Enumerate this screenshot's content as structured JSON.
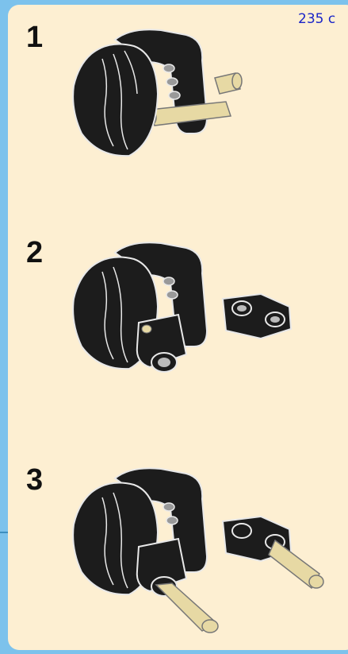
{
  "page": {
    "number_text": "235 c"
  },
  "steps": [
    {
      "number": "1"
    },
    {
      "number": "2"
    },
    {
      "number": "3"
    }
  ],
  "colors": {
    "background": "#7cc2ec",
    "panel": "#fdefd2",
    "brick_black": "#1c1c1c",
    "brick_edge": "#e8e8e8",
    "pin_tan": "#e7d9a4",
    "page_number": "#1a24c8"
  }
}
